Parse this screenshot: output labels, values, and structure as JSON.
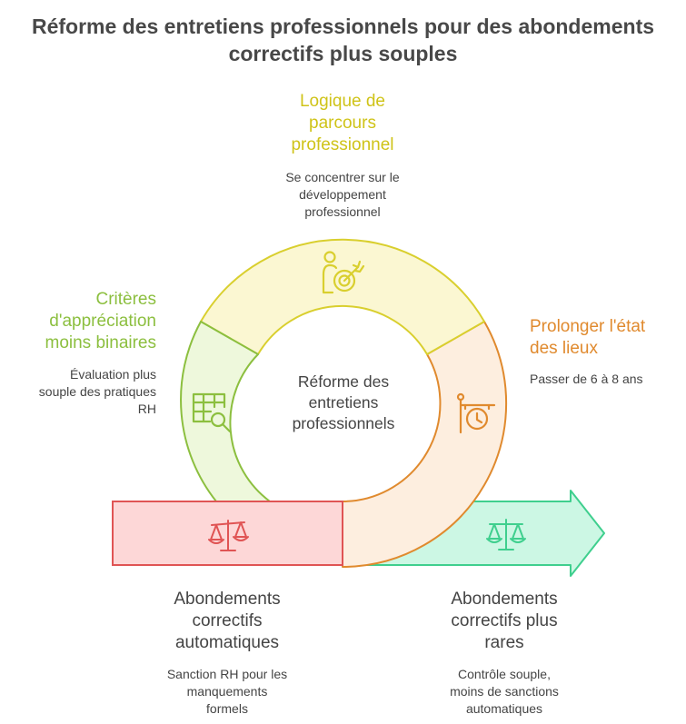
{
  "title": {
    "line1": "Réforme des entretiens professionnels pour des abondements",
    "line2": "correctifs plus souples"
  },
  "center": {
    "line1": "Réforme des",
    "line2": "entretiens",
    "line3": "professionnels"
  },
  "segments": {
    "top": {
      "label": [
        "Logique de",
        "parcours",
        "professionnel"
      ],
      "desc": [
        "Se concentrer sur le",
        "développement",
        "professionnel"
      ],
      "color": "#d9cf2e",
      "icon": "person-target-icon"
    },
    "left": {
      "label": [
        "Critères",
        "d'appréciation",
        "moins binaires"
      ],
      "desc": [
        "Évaluation plus",
        "souple des pratiques",
        "RH"
      ],
      "color": "#8cbf3f",
      "icon": "table-search-icon"
    },
    "right": {
      "label": [
        "Prolonger l'état",
        "des lieux"
      ],
      "desc": [
        "Passer de 6 à 8 ans"
      ],
      "color": "#e08a2e",
      "icon": "clock-sign-icon"
    },
    "bottom_left": {
      "label": [
        "Abondements",
        "correctifs",
        "automatiques"
      ],
      "desc": [
        "Sanction RH pour les",
        "manquements",
        "formels"
      ],
      "color": "#e05454",
      "icon": "scales-icon"
    },
    "bottom_right": {
      "label": [
        "Abondements",
        "correctifs plus",
        "rares"
      ],
      "desc": [
        "Contrôle souple,",
        "moins de sanctions",
        "automatiques"
      ],
      "color": "#3fcf8e",
      "icon": "scales-icon"
    }
  }
}
